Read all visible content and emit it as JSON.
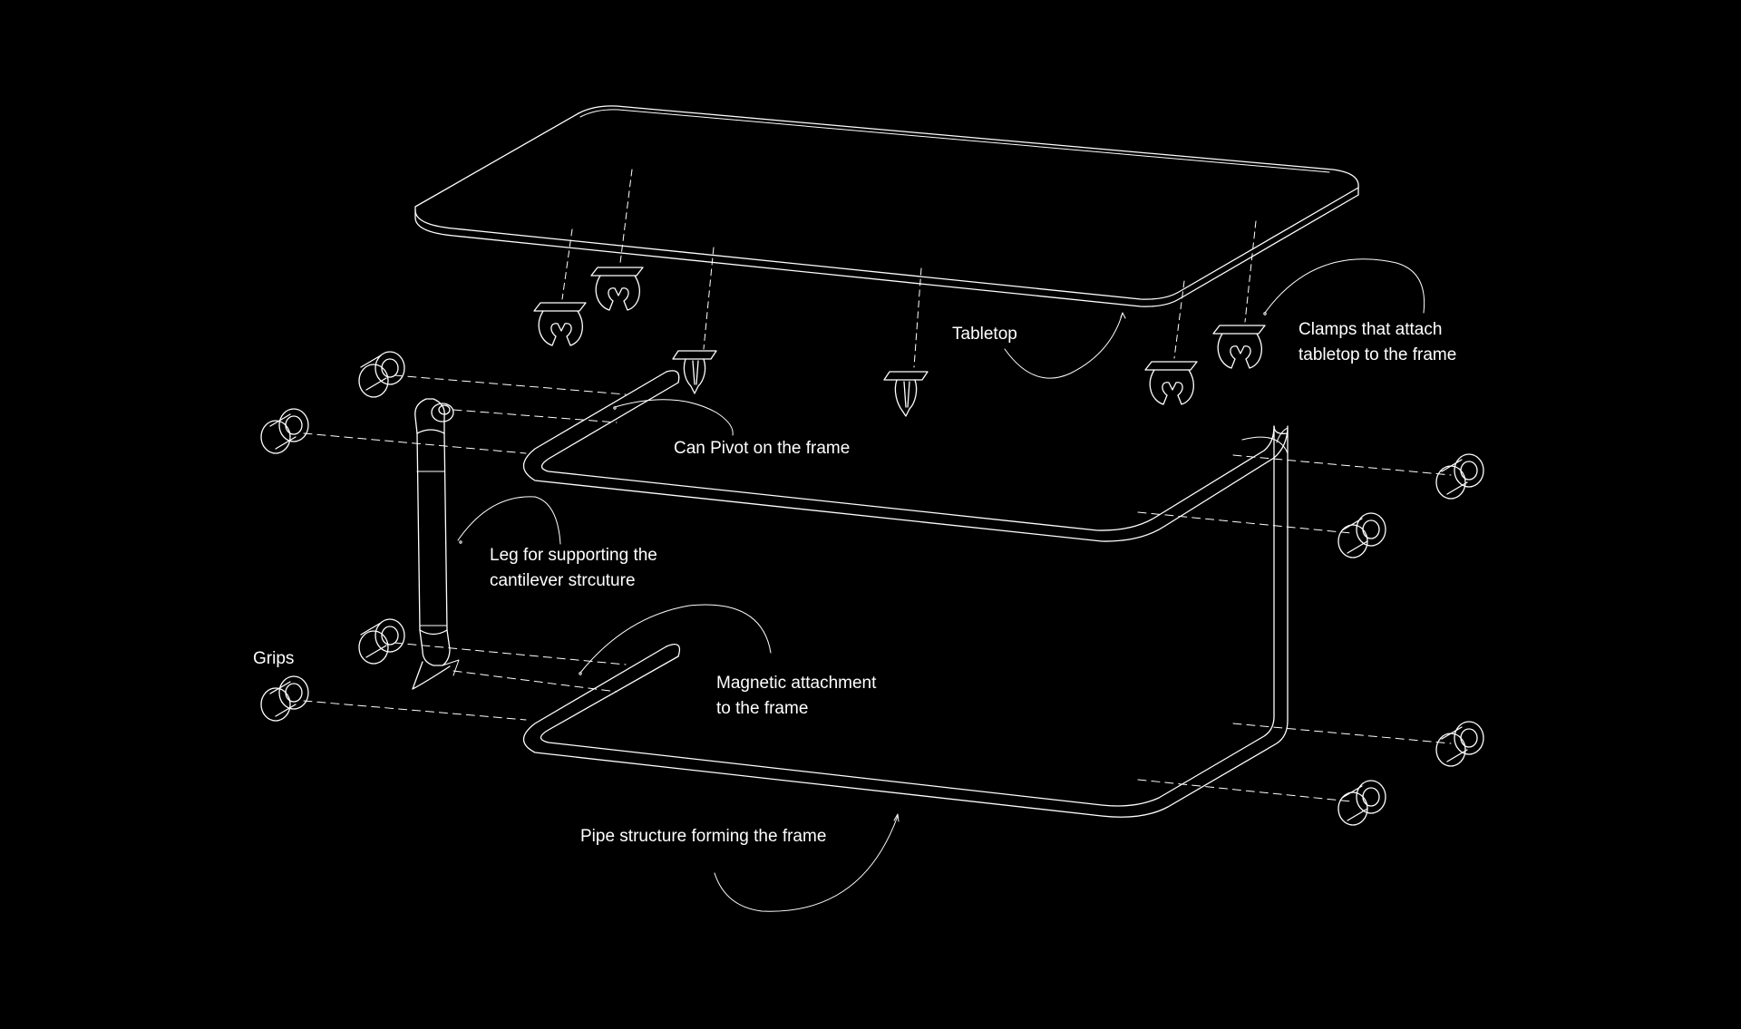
{
  "background_color": "#000000",
  "line_color": "#ffffff",
  "labels": {
    "tabletop": "Tabletop",
    "clamps_line1": "Clamps that attach",
    "clamps_line2": "tabletop to the frame",
    "pivot": "Can Pivot on the frame",
    "leg_line1": "Leg for supporting the",
    "leg_line2": "cantilever strcuture",
    "grips": "Grips",
    "magnetic_line1": "Magnetic attachment",
    "magnetic_line2": "to the frame",
    "pipe": "Pipe structure forming the frame"
  }
}
